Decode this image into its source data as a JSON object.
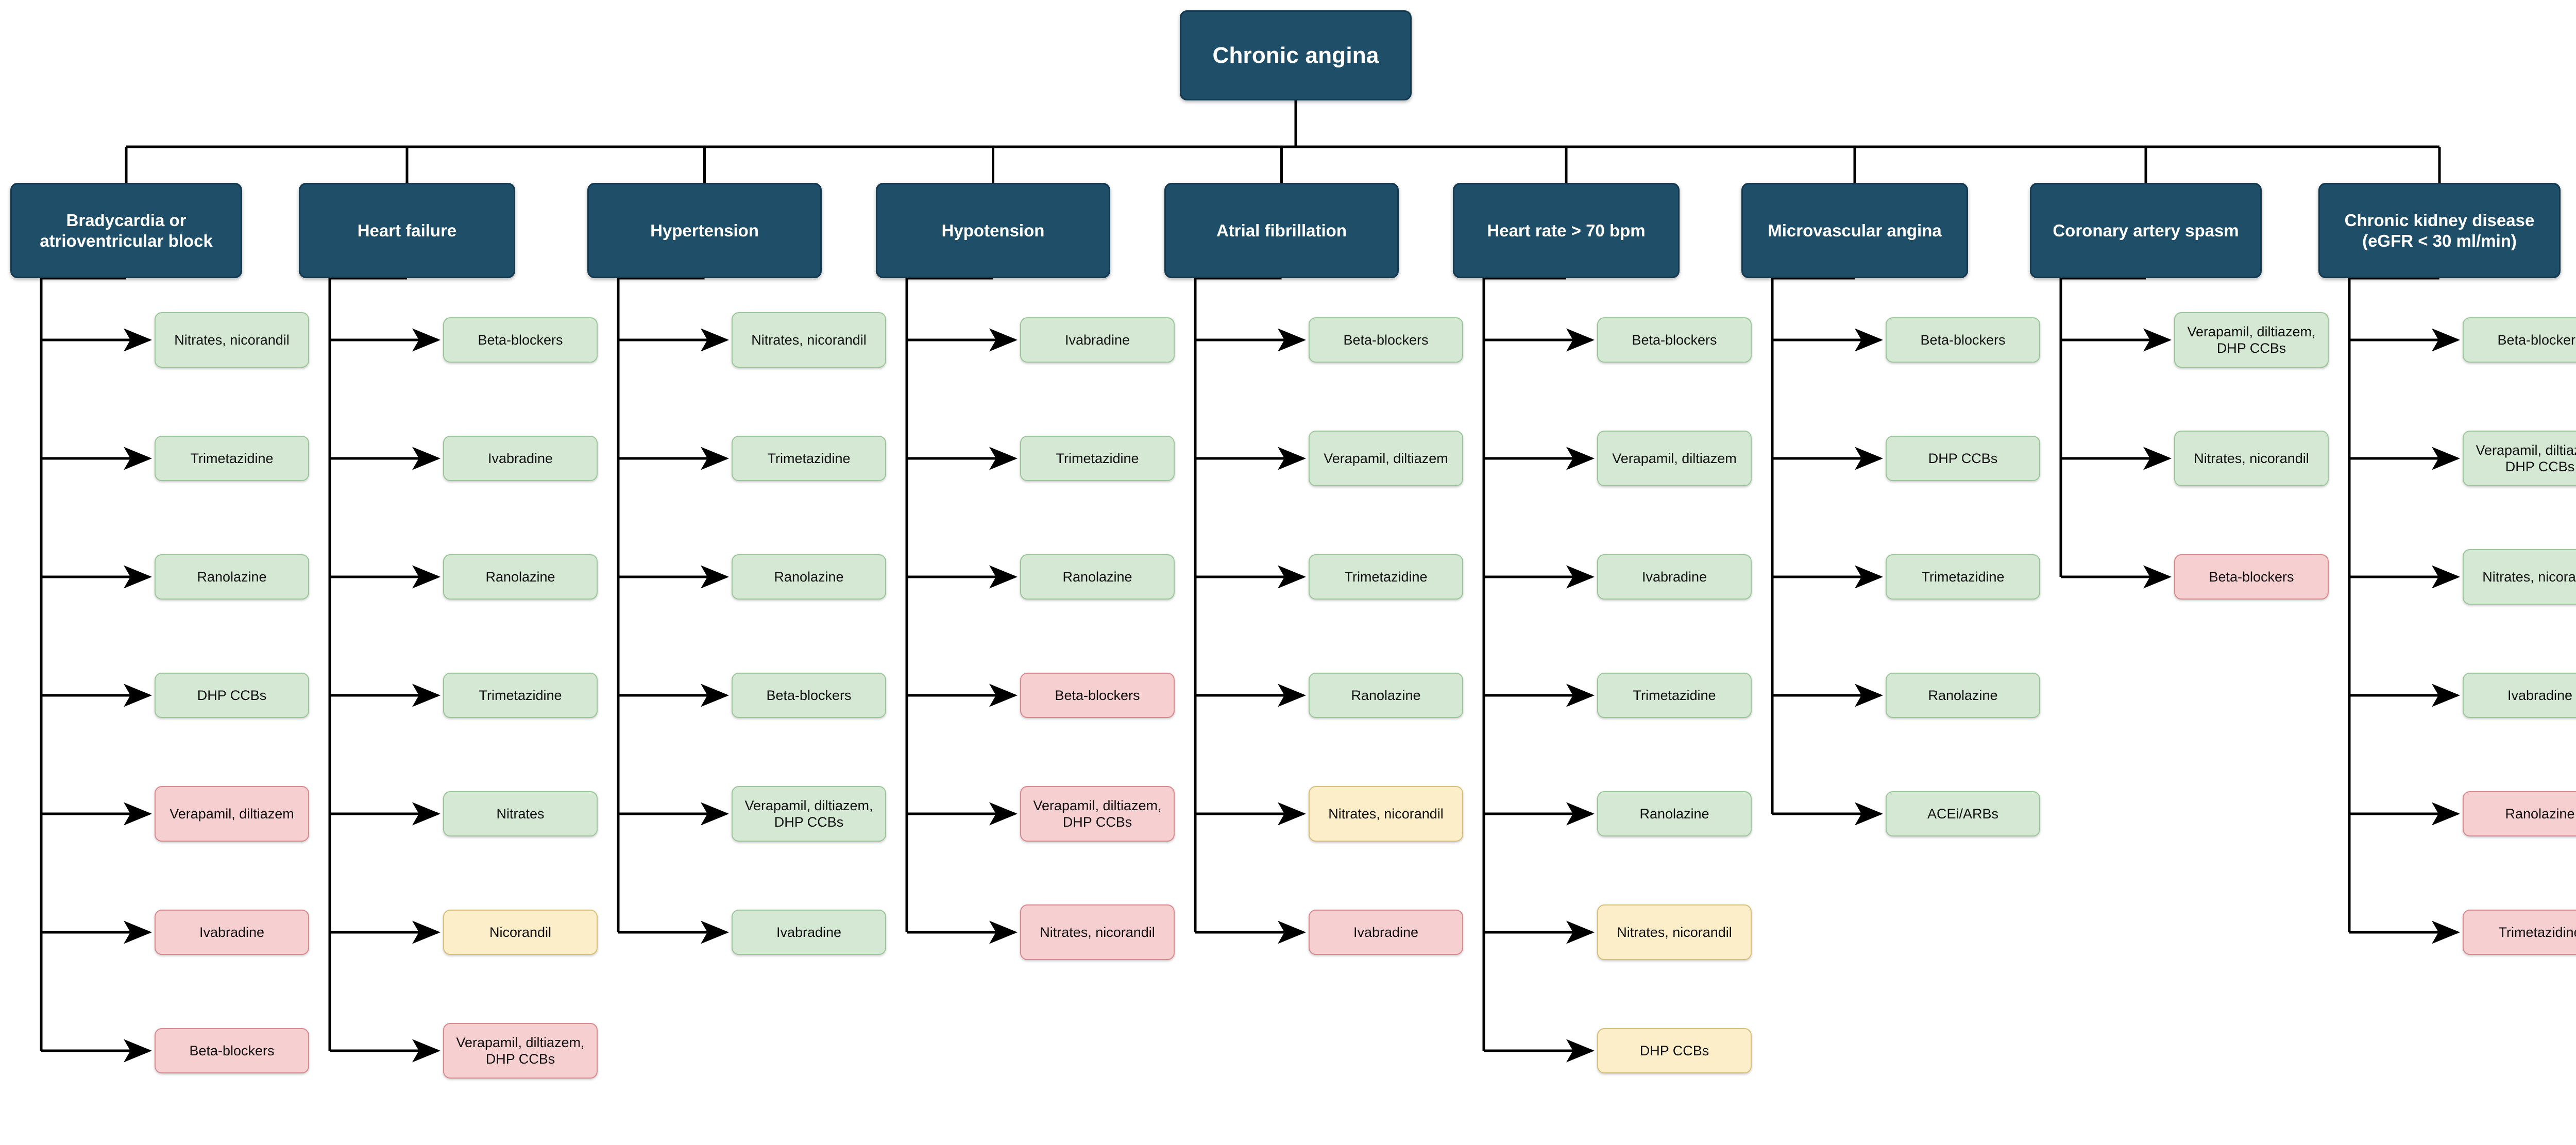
{
  "diagram": {
    "title": "Chronic angina",
    "type": "flowchart-tree",
    "legend_colors": {
      "root_fill": "#1f4e68",
      "root_stroke": "#14394e",
      "green_fill": "#d5e8d4",
      "green_stroke": "#9bc79a",
      "red_fill": "#f6cfd1",
      "red_stroke": "#d98a8f",
      "yellow_fill": "#fbeec9",
      "yellow_stroke": "#d9c07a",
      "connector": "#000000"
    }
  },
  "root": {
    "label": "Chronic angina"
  },
  "branches": [
    {
      "label": "Bradycardia or atrioventricular block",
      "items": [
        {
          "label": "Nitrates, nicorandil",
          "status": "green"
        },
        {
          "label": "Trimetazidine",
          "status": "green"
        },
        {
          "label": "Ranolazine",
          "status": "green"
        },
        {
          "label": "DHP CCBs",
          "status": "green"
        },
        {
          "label": "Verapamil, diltiazem",
          "status": "red"
        },
        {
          "label": "Ivabradine",
          "status": "red"
        },
        {
          "label": "Beta-blockers",
          "status": "red"
        }
      ]
    },
    {
      "label": "Heart failure",
      "items": [
        {
          "label": "Beta-blockers",
          "status": "green"
        },
        {
          "label": "Ivabradine",
          "status": "green"
        },
        {
          "label": "Ranolazine",
          "status": "green"
        },
        {
          "label": "Trimetazidine",
          "status": "green"
        },
        {
          "label": "Nitrates",
          "status": "green"
        },
        {
          "label": "Nicorandil",
          "status": "yellow"
        },
        {
          "label": "Verapamil, diltiazem, DHP CCBs",
          "status": "red"
        }
      ]
    },
    {
      "label": "Hypertension",
      "items": [
        {
          "label": "Nitrates, nicorandil",
          "status": "green"
        },
        {
          "label": "Trimetazidine",
          "status": "green"
        },
        {
          "label": "Ranolazine",
          "status": "green"
        },
        {
          "label": "Beta-blockers",
          "status": "green"
        },
        {
          "label": "Verapamil, diltiazem, DHP CCBs",
          "status": "green"
        },
        {
          "label": "Ivabradine",
          "status": "green"
        }
      ]
    },
    {
      "label": "Hypotension",
      "items": [
        {
          "label": "Ivabradine",
          "status": "green"
        },
        {
          "label": "Trimetazidine",
          "status": "green"
        },
        {
          "label": "Ranolazine",
          "status": "green"
        },
        {
          "label": "Beta-blockers",
          "status": "red"
        },
        {
          "label": "Verapamil, diltiazem, DHP CCBs",
          "status": "red"
        },
        {
          "label": "Nitrates, nicorandil",
          "status": "red"
        }
      ]
    },
    {
      "label": "Atrial fibrillation",
      "items": [
        {
          "label": "Beta-blockers",
          "status": "green"
        },
        {
          "label": "Verapamil, diltiazem",
          "status": "green"
        },
        {
          "label": "Trimetazidine",
          "status": "green"
        },
        {
          "label": "Ranolazine",
          "status": "green"
        },
        {
          "label": "Nitrates, nicorandil",
          "status": "yellow"
        },
        {
          "label": "Ivabradine",
          "status": "red"
        }
      ]
    },
    {
      "label": "Heart rate > 70 bpm",
      "items": [
        {
          "label": "Beta-blockers",
          "status": "green"
        },
        {
          "label": "Verapamil, diltiazem",
          "status": "green"
        },
        {
          "label": "Ivabradine",
          "status": "green"
        },
        {
          "label": "Trimetazidine",
          "status": "green"
        },
        {
          "label": "Ranolazine",
          "status": "green"
        },
        {
          "label": "Nitrates, nicorandil",
          "status": "yellow"
        },
        {
          "label": "DHP CCBs",
          "status": "yellow"
        }
      ]
    },
    {
      "label": "Microvascular angina",
      "items": [
        {
          "label": "Beta-blockers",
          "status": "green"
        },
        {
          "label": "DHP CCBs",
          "status": "green"
        },
        {
          "label": "Trimetazidine",
          "status": "green"
        },
        {
          "label": "Ranolazine",
          "status": "green"
        },
        {
          "label": "ACEi/ARBs",
          "status": "green"
        }
      ]
    },
    {
      "label": "Coronary artery spasm",
      "items": [
        {
          "label": "Verapamil, diltiazem, DHP CCBs",
          "status": "green"
        },
        {
          "label": "Nitrates, nicorandil",
          "status": "green"
        },
        {
          "label": "Beta-blockers",
          "status": "red"
        }
      ]
    },
    {
      "label": "Chronic kidney disease (eGFR < 30 ml/min)",
      "items": [
        {
          "label": "Beta-blockers",
          "status": "green"
        },
        {
          "label": "Verapamil, diltiazem, DHP CCBs",
          "status": "green"
        },
        {
          "label": "Nitrates, nicorandil",
          "status": "green"
        },
        {
          "label": "Ivabradine",
          "status": "green"
        },
        {
          "label": "Ranolazine",
          "status": "red"
        },
        {
          "label": "Trimetazidine",
          "status": "red"
        }
      ]
    }
  ]
}
